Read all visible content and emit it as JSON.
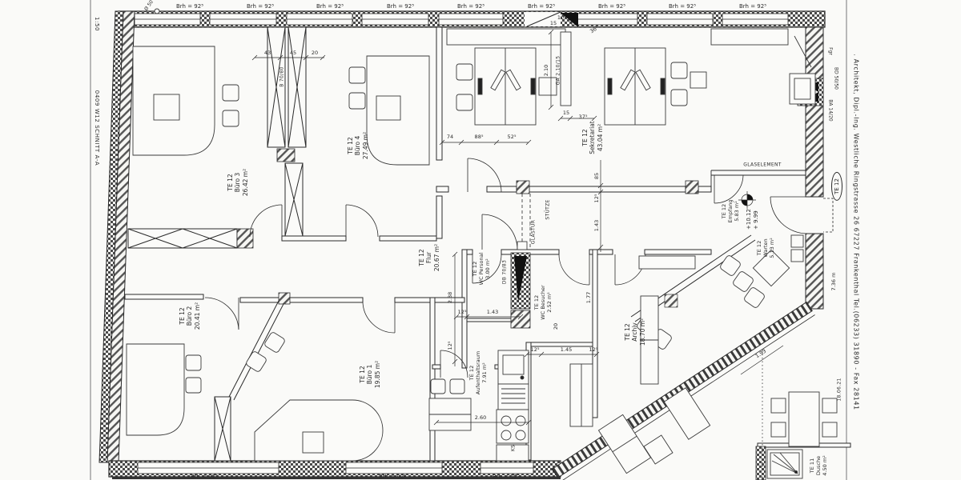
{
  "margins": {
    "left_scale": "1:50",
    "left_doc": "0409 W12  SCHNITT A-A",
    "right_architect": ". Architekt, Dipl.-Ing.    Westliche Ringstrasse 26   67227 Frankenthal    Tel.(06233) 31890 - Fax 28141"
  },
  "labels": {
    "sill": "Brh = 92⁵",
    "glaselement": "GLASELEMENT",
    "glastuer": "GLASTÜR",
    "stuetze": "STÜTZE",
    "unit_tag": "TE 12",
    "level_upper": "+10.12",
    "level_lower": "+ 9.99",
    "ks": "KS",
    "shaft": "DB 70/83",
    "beam": "B 70/80",
    "pipe": "GA 2.10/15",
    "fgr": "Fgr",
    "bd": "BD 50/50",
    "ba": "BA 14/20",
    "drain": "Ø 50",
    "note": "18.06.21"
  },
  "rooms": [
    {
      "unit": "TE 12",
      "name": "Büro 3",
      "area": "26.42 m²"
    },
    {
      "unit": "TE 12",
      "name": "Büro 4",
      "area": "27.49 m²"
    },
    {
      "unit": "TE 12",
      "name": "Sekretariat",
      "area": "43.04 m²"
    },
    {
      "unit": "TE 12",
      "name": "Flur",
      "area": "20.67 m²"
    },
    {
      "unit": "TE 12",
      "name": "WC Personal",
      "area": "3.00 m²"
    },
    {
      "unit": "TE 12",
      "name": "WC Besucher",
      "area": "2.52 m²"
    },
    {
      "unit": "TE 12",
      "name": "Büro 2",
      "area": "20.41 m²"
    },
    {
      "unit": "TE 12",
      "name": "Büro 1",
      "area": "19.85 m²"
    },
    {
      "unit": "TE 12",
      "name": "Aufenthaltsraum",
      "area": "7.91 m²"
    },
    {
      "unit": "TE 12",
      "name": "Archiv",
      "area": "18.70 m²"
    },
    {
      "unit": "TE 12",
      "name": "Empfang",
      "area": "5.83 m²"
    },
    {
      "unit": "TE 12",
      "name": "Warten",
      "area": "5.13 m²"
    },
    {
      "unit": "TE 11",
      "name": "Dusche",
      "area": "4.50 m²"
    }
  ],
  "dims": {
    "d43": "43",
    "d45": "45",
    "d20": "20",
    "d74": "74",
    "d885": "88⁵",
    "d525": "52⁵",
    "d15": "15",
    "d375": "37⁵",
    "d365": "36⁵",
    "d10": "10",
    "d210": "2.10",
    "d85": "85",
    "d125": "12⁵",
    "d143": "1.43",
    "d145": "1.45",
    "d177": "1.77",
    "d238": "2.38",
    "d260": "2.60",
    "d193": "1.93",
    "d736": "7.36 m"
  }
}
